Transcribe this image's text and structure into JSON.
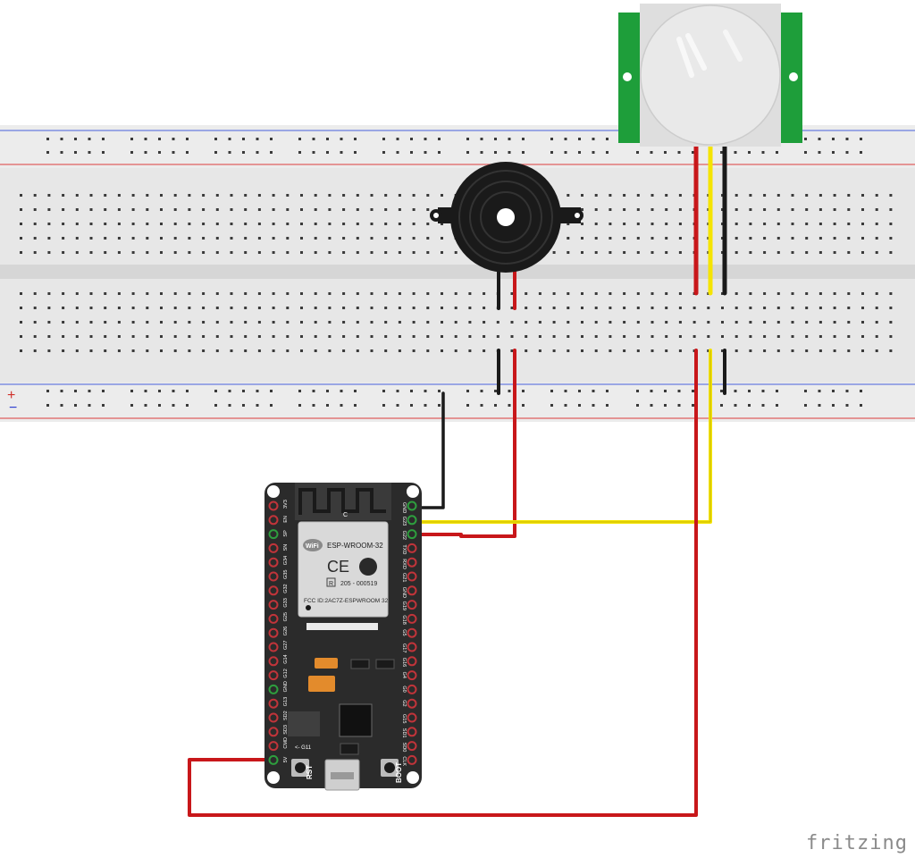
{
  "watermark": "fritzing",
  "rail_symbols": {
    "plus": "+",
    "minus": "−"
  },
  "esp32": {
    "module_name": "ESP-WROOM-32",
    "fcc_id": "FCC ID:2AC7Z-ESPWROOM 32",
    "cert_code": "205 - 000519",
    "wifi_label": "WiFi",
    "ce_mark": "CE",
    "r_mark": "R",
    "antenna_label": "C",
    "rst_label": "RST",
    "boot_label": "BOOT",
    "g11_label": "<- G11",
    "left_pins": [
      "3V3",
      "EN",
      "SP",
      "SN",
      "G34",
      "G35",
      "G32",
      "G33",
      "G25",
      "G26",
      "G27",
      "G14",
      "G12",
      "GND",
      "G13",
      "SD2",
      "SD3",
      "CMD",
      "5V"
    ],
    "right_pins": [
      "GND",
      "G23",
      "G22",
      "TXD",
      "RXD",
      "G21",
      "GND",
      "G19",
      "G18",
      "G5",
      "G17",
      "G16",
      "G4",
      "G0",
      "G2",
      "G15",
      "SD1",
      "SD0",
      "CLK"
    ]
  },
  "colors": {
    "wire_red": "#c8171a",
    "wire_black": "#1a1a1a",
    "wire_yellow": "#f5e400",
    "pcb_green": "#1e9e3a",
    "board_dark": "#2b2b2b",
    "rail_red": "#e06060",
    "rail_blue": "#6a7be0"
  },
  "components": {
    "breadboard": "breadboard",
    "buzzer": "piezo-buzzer",
    "pir": "pir-motion-sensor",
    "mcu": "esp32-devkit"
  }
}
